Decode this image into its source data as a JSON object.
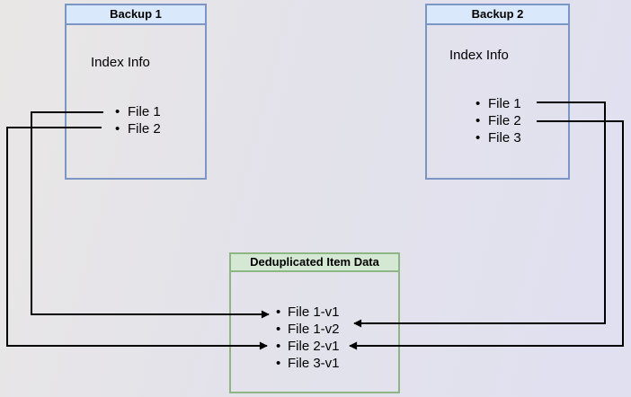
{
  "diagram": {
    "backup1": {
      "title": "Backup 1",
      "section_label": "Index Info",
      "items": [
        "File 1",
        "File 2"
      ]
    },
    "backup2": {
      "title": "Backup 2",
      "section_label": "Index Info",
      "items": [
        "File 1",
        "File 2",
        "File 3"
      ]
    },
    "dedup": {
      "title": "Deduplicated Item Data",
      "items": [
        "File 1-v1",
        "File 1-v2",
        "File 2-v1",
        "File 3-v1"
      ]
    },
    "connections": [
      {
        "from": "Backup 1 / File 1",
        "to": "File 1-v1"
      },
      {
        "from": "Backup 1 / File 2",
        "to": "File 2-v1"
      },
      {
        "from": "Backup 2 / File 1",
        "to": "File 1-v2"
      },
      {
        "from": "Backup 2 / File 2",
        "to": "File 2-v1"
      }
    ],
    "colors": {
      "backup_header_fill": "#dae8fc",
      "backup_border": "#7b95c4",
      "dedup_header_fill": "#d5e8d4",
      "dedup_border": "#8eb584",
      "arrow": "#000000"
    }
  }
}
